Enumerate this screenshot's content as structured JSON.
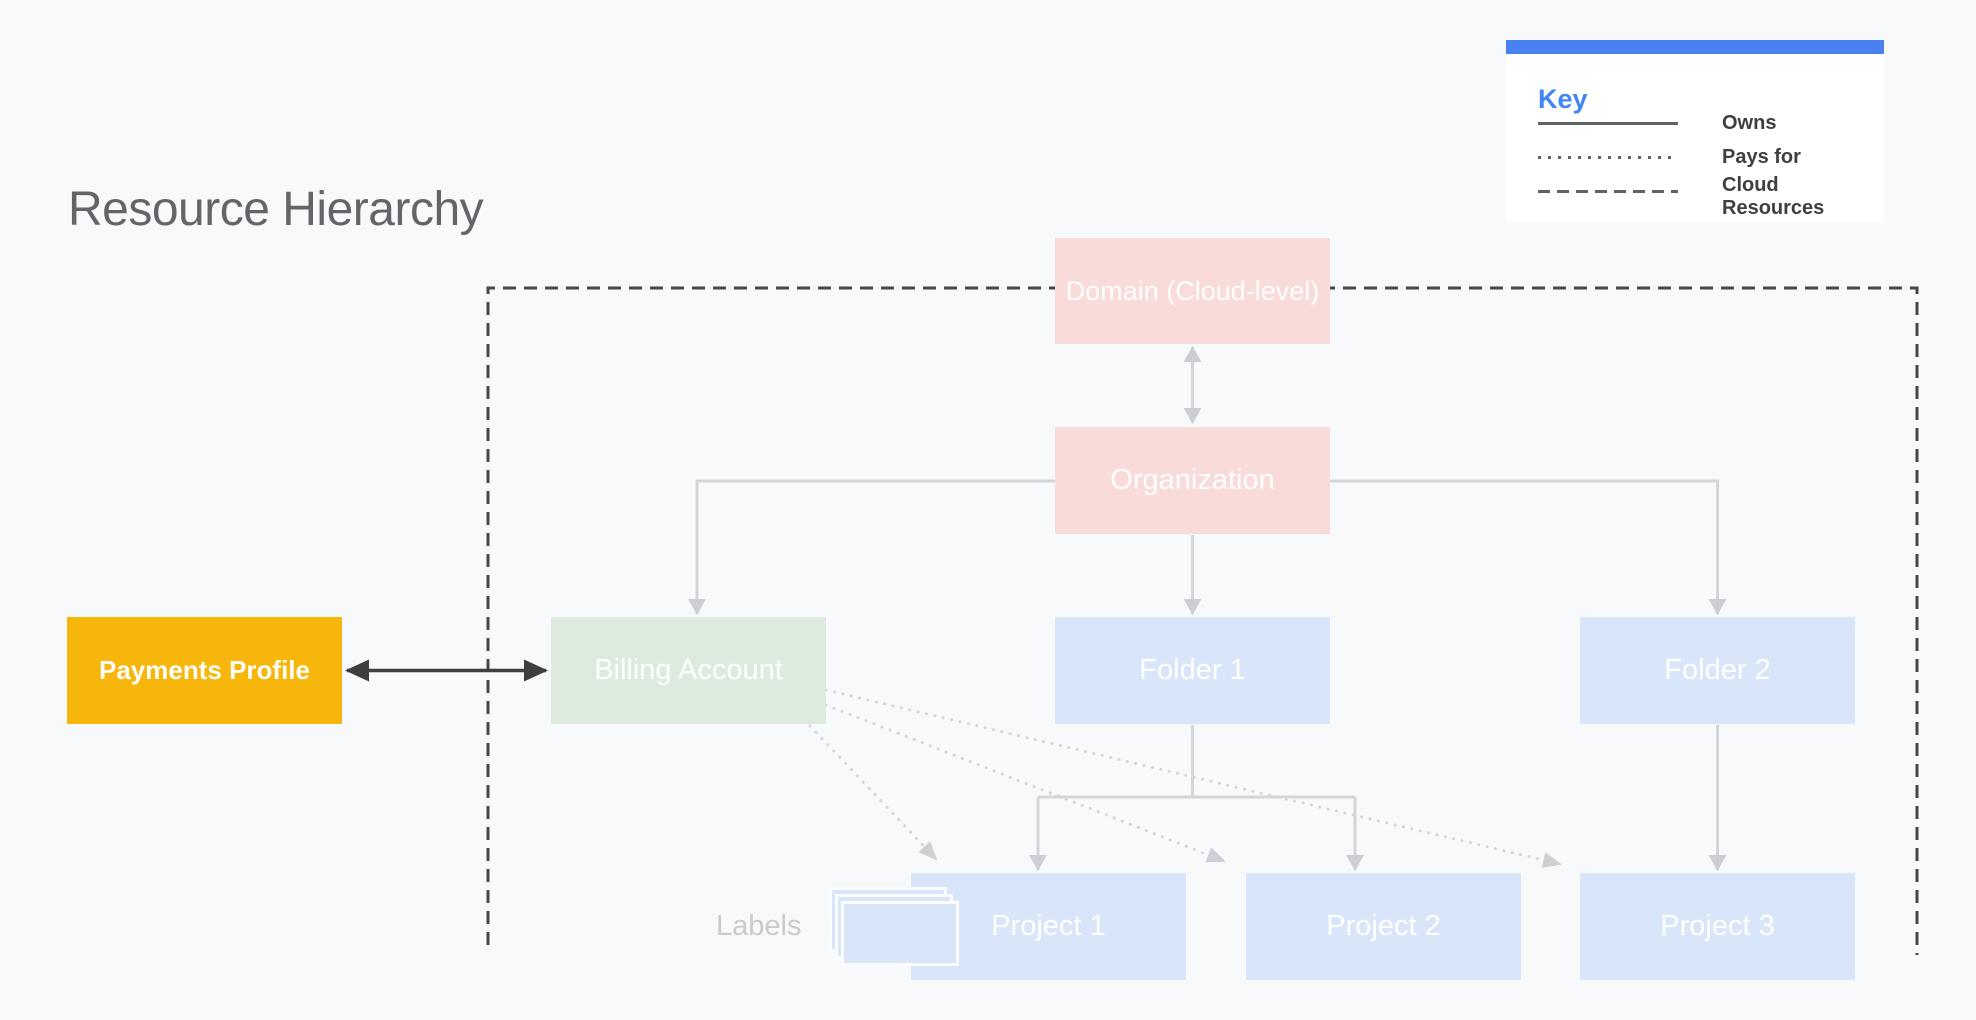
{
  "title": "Resource Hierarchy",
  "key": {
    "title": "Key",
    "entries": [
      {
        "style": "solid",
        "label": "Owns"
      },
      {
        "style": "dotted",
        "label": "Pays for"
      },
      {
        "style": "dashed",
        "label": "Cloud Resources"
      }
    ]
  },
  "nodes": {
    "payments_profile": {
      "label": "Payments Profile",
      "color": "#f7b60b"
    },
    "billing_account": {
      "label": "Billing Account",
      "color": "#dcebdd"
    },
    "domain": {
      "label": "Domain (Cloud-level)",
      "color": "#f9dcda"
    },
    "organization": {
      "label": "Organization",
      "color": "#f9dcda"
    },
    "folder_1": {
      "label": "Folder 1",
      "color": "#d9e5f8"
    },
    "folder_2": {
      "label": "Folder 2",
      "color": "#d9e5f8"
    },
    "project_1": {
      "label": "Project 1",
      "color": "#d9e5f8"
    },
    "project_2": {
      "label": "Project 2",
      "color": "#d9e5f8"
    },
    "project_3": {
      "label": "Project 3",
      "color": "#d9e5f8"
    }
  },
  "annotations": {
    "labels": "Labels"
  },
  "colors": {
    "background": "#f8f9fa",
    "accent_blue": "#4285f4",
    "key_top_bar": "#4981f0",
    "dark_line": "#3c4043",
    "gray_line": "#d2d5d9",
    "dotted_line": "#d2d6d9",
    "title_text": "#626569",
    "node_text": "#ffffff"
  }
}
